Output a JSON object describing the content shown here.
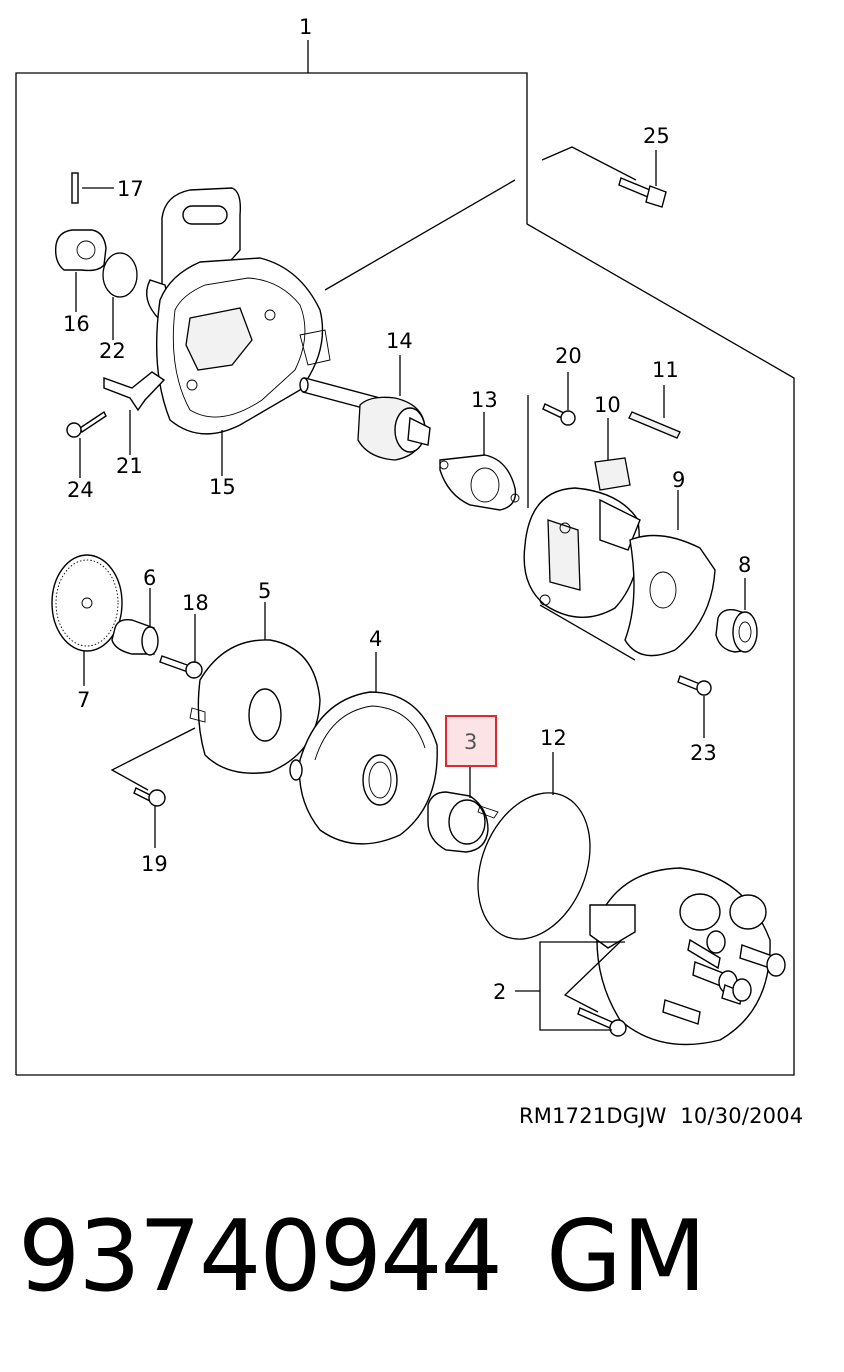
{
  "callouts": {
    "c1": "1",
    "c2": "2",
    "c3": "3",
    "c4": "4",
    "c5": "5",
    "c6": "6",
    "c7": "7",
    "c8": "8",
    "c9": "9",
    "c10": "10",
    "c11": "11",
    "c12": "12",
    "c13": "13",
    "c14": "14",
    "c15": "15",
    "c16": "16",
    "c17": "17",
    "c18": "18",
    "c19": "19",
    "c20": "20",
    "c21": "21",
    "c22": "22",
    "c23": "23",
    "c24": "24",
    "c25": "25"
  },
  "highlighted_callout": "3",
  "highlight_color": "#e0282d",
  "highlight_fill": "#fbe3e6",
  "footer": {
    "drawing_code": "RM1721DGJW",
    "date": "10/30/2004"
  },
  "part_number": "93740944",
  "brand": "GM"
}
